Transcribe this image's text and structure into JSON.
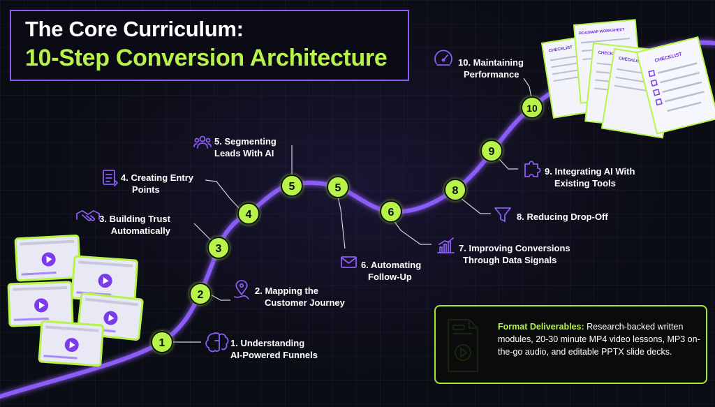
{
  "title": {
    "line1": "The Core Curriculum:",
    "line2": "10-Step Conversion Architecture"
  },
  "steps": [
    {
      "num": "1",
      "label_line1": "1. Understanding",
      "label_line2": "AI-Powered Funnels",
      "icon": "brain-icon"
    },
    {
      "num": "2",
      "label_line1": "2. Mapping the",
      "label_line2": "Customer Journey",
      "icon": "map-pin-route-icon"
    },
    {
      "num": "3",
      "label_line1": "3. Building Trust",
      "label_line2": "Automatically",
      "icon": "handshake-icon"
    },
    {
      "num": "4",
      "label_line1": "4. Creating Entry",
      "label_line2": "Points",
      "icon": "form-list-icon"
    },
    {
      "num": "5",
      "label_line1": "5. Segmenting",
      "label_line2": "Leads With AI",
      "icon": "users-group-icon"
    },
    {
      "num": "5",
      "label_line1": "6. Automating",
      "label_line2": "Follow-Up",
      "icon": "envelope-icon"
    },
    {
      "num": "6",
      "label_line1": "7. Improving Conversions",
      "label_line2": "Through Data Signals",
      "icon": "bar-chart-icon"
    },
    {
      "num": "8",
      "label_line1": "8. Reducing Drop-Off",
      "label_line2": "",
      "icon": "funnel-icon"
    },
    {
      "num": "9",
      "label_line1": "9. Integrating AI With",
      "label_line2": "Existing Tools",
      "icon": "puzzle-icon"
    },
    {
      "num": "10",
      "label_line1": "10. Maintaining",
      "label_line2": "Performance",
      "icon": "gauge-icon"
    }
  ],
  "format": {
    "heading": "Format Deliverables:",
    "body": " Research-backed written modules, 20-30 minute MP4 video lessons, MP3 on-the-go audio, and editable PPTX slide decks."
  },
  "checklists": [
    "CHECKLIST",
    "ROADMAP WORKSHEET",
    "CHECKLIST",
    "CHECKLIST",
    "CHECKLIST"
  ],
  "colors": {
    "accent_green": "#b7f34a",
    "accent_purple": "#8b5cf6",
    "background": "#0b0d14"
  }
}
